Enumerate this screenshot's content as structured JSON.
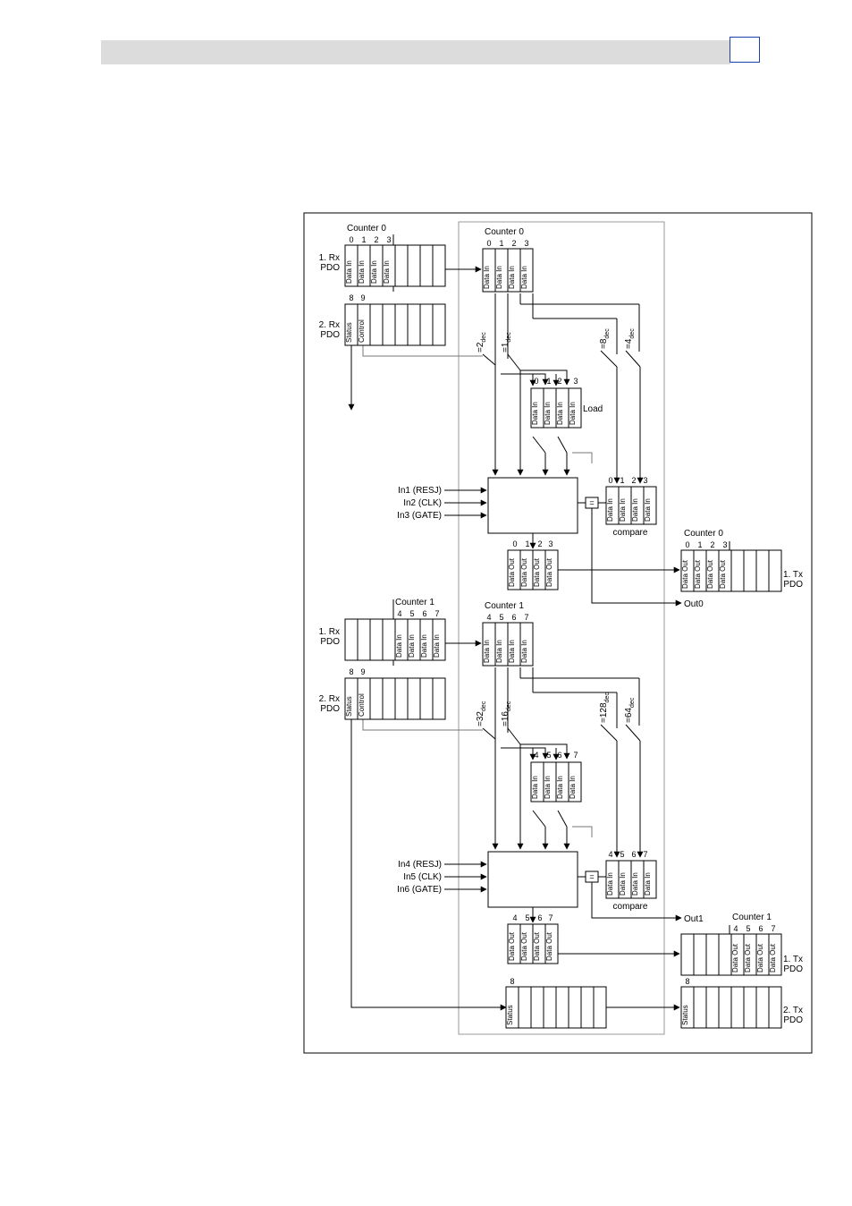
{
  "header": {
    "page_box_text": ""
  },
  "diagram": {
    "rx_pdo_1": "1. Rx\nPDO",
    "rx_pdo_2": "2. Rx\nPDO",
    "tx_pdo_1": "1. Tx\nPDO",
    "tx_pdo_2": "2. Tx\nPDO",
    "counter0": "Counter 0",
    "counter1": "Counter 1",
    "load": "Load",
    "compare": "compare",
    "out0": "Out0",
    "out1": "Out1",
    "in1": "In1 (RESJ)",
    "in2": "In2 (CLK)",
    "in3": "In3 (GATE)",
    "in4": "In4 (RESJ)",
    "in5": "In5 (CLK)",
    "in6": "In6 (GATE)",
    "data_in": "Data In",
    "data_out": "Data Out",
    "status": "Status",
    "control": "Control",
    "eq": "=",
    "idx": [
      "0",
      "1",
      "2",
      "3",
      "4",
      "5",
      "6",
      "7",
      "8",
      "9"
    ],
    "sw0": [
      "=2",
      "=1",
      "=8",
      "=4"
    ],
    "sw1": [
      "=32",
      "=16",
      "=128",
      "=64"
    ],
    "dec": "dec"
  }
}
